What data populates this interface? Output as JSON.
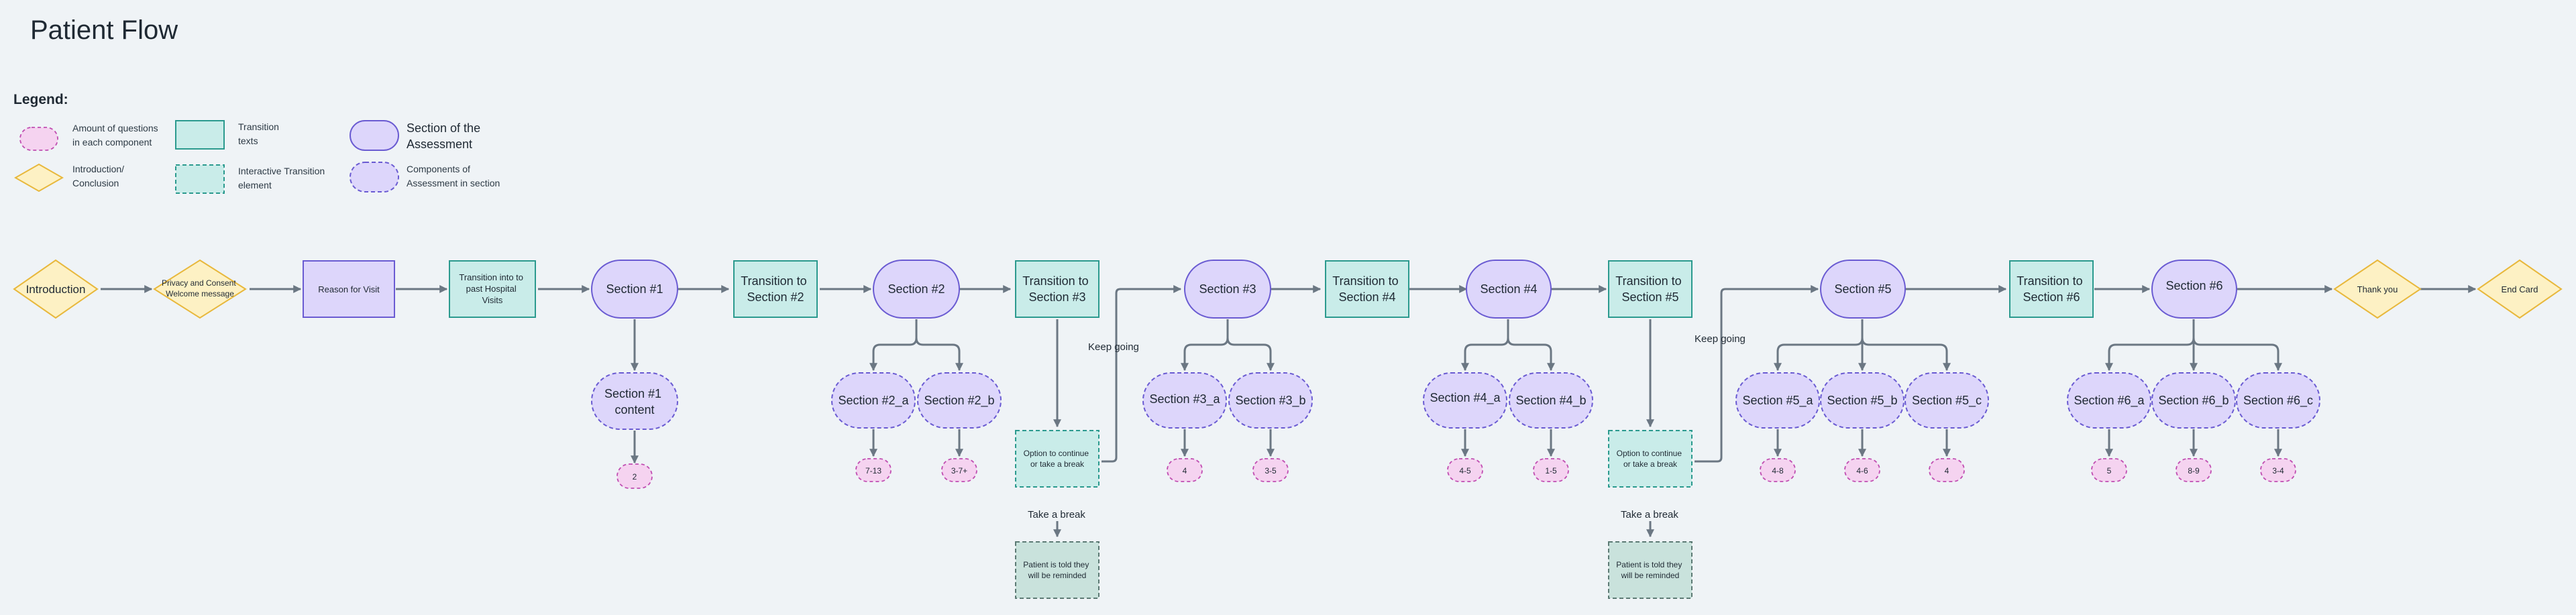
{
  "title": "Patient Flow",
  "legend": {
    "title": "Legend:",
    "items": [
      {
        "shape": "pink-dashed-ellipse",
        "lines": [
          "Amount of questions",
          "in each component"
        ]
      },
      {
        "shape": "teal-rect",
        "lines": [
          "Transition",
          "texts"
        ]
      },
      {
        "shape": "purple-rounded",
        "lines": [
          "Section of the",
          "Assessment"
        ]
      },
      {
        "shape": "yellow-diamond",
        "lines": [
          "Introduction/",
          "Conclusion"
        ]
      },
      {
        "shape": "teal-dashed-rect",
        "lines": [
          "Interactive Transition",
          "element"
        ]
      },
      {
        "shape": "purple-dashed-rounded",
        "lines": [
          "Components of",
          "Assessment in section"
        ]
      }
    ]
  },
  "nodes": {
    "introduction": "Introduction",
    "privacy": [
      "Privacy and Consent",
      "Welcome message"
    ],
    "reason": "Reason for Visit",
    "transition1": [
      "Transition into to",
      "past Hospital",
      "Visits"
    ],
    "section1": "Section #1",
    "section1_content": [
      "Section #1",
      "content"
    ],
    "transition2": [
      "Transition to",
      "Section #2"
    ],
    "section2": "Section #2",
    "section2_a": "Section #2_a",
    "section2_b": "Section #2_b",
    "transition3": [
      "Transition to",
      "Section #3"
    ],
    "option1": [
      "Option to continue",
      "or take a break"
    ],
    "patient_told1": [
      "Patient is told they",
      "will be reminded"
    ],
    "section3": "Section #3",
    "section3_a": "Section #3_a",
    "section3_b": "Section #3_b",
    "transition4": [
      "Transition to",
      "Section #4"
    ],
    "section4": "Section #4",
    "section4_a": "Section #4_a",
    "section4_b": "Section #4_b",
    "transition5": [
      "Transition to",
      "Section #5"
    ],
    "option2": [
      "Option to continue",
      "or take a break"
    ],
    "patient_told2": [
      "Patient is told they",
      "will be reminded"
    ],
    "section5": "Section #5",
    "section5_a": "Section #5_a",
    "section5_b": "Section #5_b",
    "section5_c": "Section #5_c",
    "transition6": [
      "Transition to",
      "Section #6"
    ],
    "section6": "Section #6",
    "section6_a": "Section #6_a",
    "section6_b": "Section #6_b",
    "section6_c": "Section #6_c",
    "thank_you": "Thank you",
    "end_card": "End Card"
  },
  "question_counts": {
    "section1_content": "2",
    "section2_a": "7-13",
    "section2_b": "3-7+",
    "section3_a": "4",
    "section3_b": "3-5",
    "section4_a": "4-5",
    "section4_b": "1-5",
    "section5_a": "4-8",
    "section5_b": "4-6",
    "section5_c": "4",
    "section6_a": "5",
    "section6_b": "8-9",
    "section6_c": "3-4"
  },
  "edge_labels": {
    "keep_going_1": "Keep going",
    "take_break_1": "Take a break",
    "keep_going_2": "Keep going",
    "take_break_2": "Take a break"
  },
  "colors": {
    "section": "#ddd6fb",
    "transition": "#c9ece9",
    "intro": "#fdf1c4",
    "count": "#f5d3f0",
    "edge": "#6b7783"
  }
}
